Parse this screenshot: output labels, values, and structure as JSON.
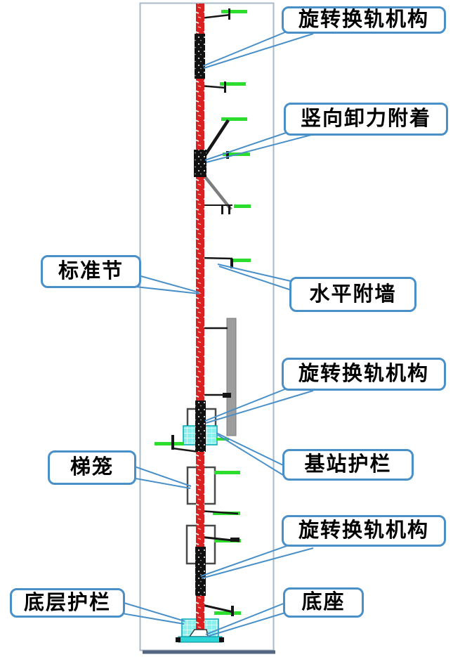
{
  "diagram": {
    "description": "Elevation drawing of a construction hoist mast with annotated components",
    "labels": [
      {
        "id": "rotary-rail-mechanism-top",
        "text": "旋转换轨机构"
      },
      {
        "id": "vertical-load-relief-tie",
        "text": "竖向卸力附着"
      },
      {
        "id": "standard-section",
        "text": "标准节"
      },
      {
        "id": "horizontal-wall-tie",
        "text": "水平附墙"
      },
      {
        "id": "rotary-rail-mechanism-middle",
        "text": "旋转换轨机构"
      },
      {
        "id": "base-station-guardrail",
        "text": "基站护栏"
      },
      {
        "id": "ladder-cage",
        "text": "梯笼"
      },
      {
        "id": "rotary-rail-mechanism-bottom",
        "text": "旋转换轨机构"
      },
      {
        "id": "bottom-level-guardrail",
        "text": "底层护栏"
      },
      {
        "id": "base",
        "text": "底座"
      }
    ],
    "colors": {
      "mast_red": "#d92121",
      "mechanism_black": "#111111",
      "attachment_green": "#2ddd2d",
      "guardrail_cyan": "#8af0ee",
      "guardrail_border": "#00a8b8",
      "rail_gray": "#9d9d9d",
      "leader_blue": "#4a90c8",
      "frame_gray": "#aab8ca",
      "frame_bottom_dark": "#54657f"
    }
  }
}
